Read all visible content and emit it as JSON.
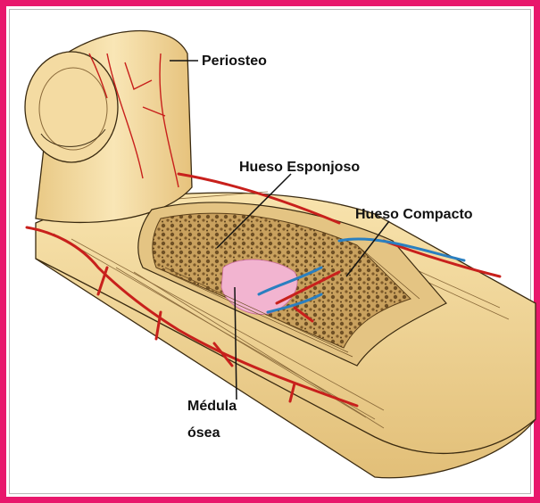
{
  "title": "",
  "labels": {
    "periosteo": "Periosteo",
    "hueso_esponjoso": "Hueso Esponjoso",
    "hueso_compacto": "Hueso Compacto",
    "medula_line1": "Médula",
    "medula_line2": "ósea"
  },
  "colors": {
    "frame": "#e8186c",
    "bone": "#f3d89a",
    "bone_shadow": "#d9b56c",
    "artery": "#c8201c",
    "vein": "#2a7fc0",
    "spongy": "#8a6a3a",
    "marrow": "#f0a6c8",
    "ink": "#111111"
  }
}
